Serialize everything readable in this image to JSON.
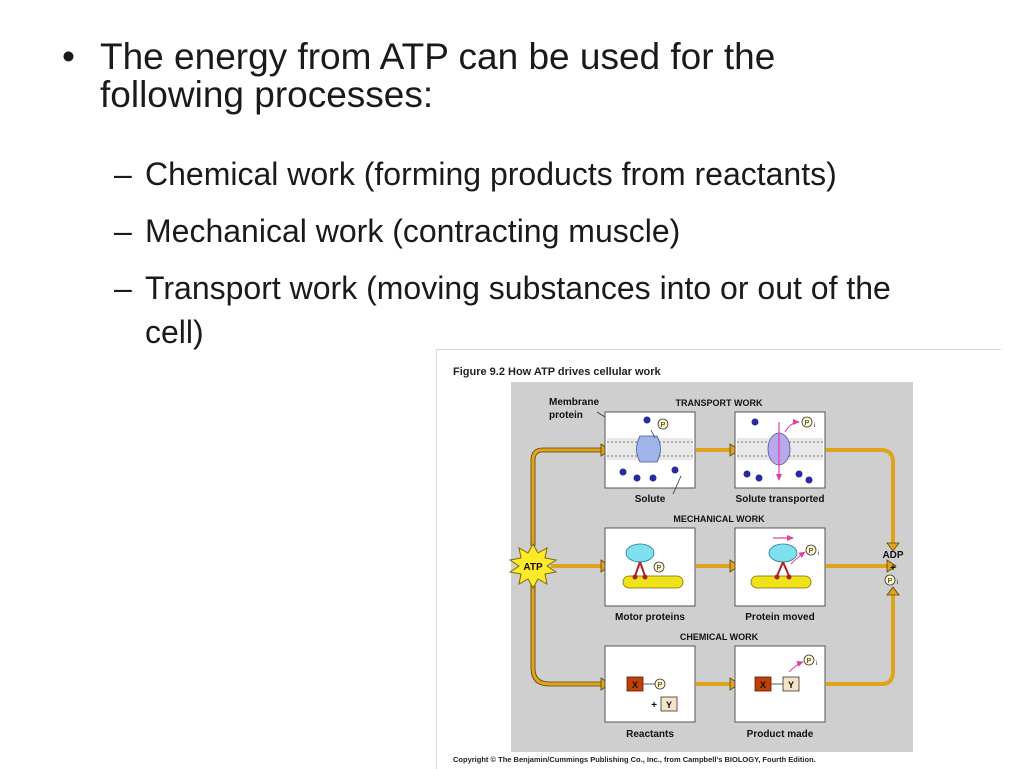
{
  "slide": {
    "bullet": "The energy from ATP can be used for the following processes:",
    "subs": [
      "Chemical work (forming products from reactants)",
      "Mechanical work (contracting muscle)",
      "Transport work (moving substances into or out of the cell)"
    ]
  },
  "figure": {
    "title": "Figure 9.2  How ATP drives cellular work",
    "copyright": "Copyright © The Benjamin/Cummings Publishing Co., Inc., from Campbell's BIOLOGY, Fourth Edition.",
    "atp": "ATP",
    "adp": "ADP",
    "plus": "+",
    "p": "P",
    "pi_sub": "i",
    "transport": {
      "heading": "TRANSPORT WORK",
      "membrane_line1": "Membrane",
      "membrane_line2": "protein",
      "left": "Solute",
      "right": "Solute transported"
    },
    "mechanical": {
      "heading": "MECHANICAL WORK",
      "left": "Motor proteins",
      "right": "Protein moved"
    },
    "chemical": {
      "heading": "CHEMICAL WORK",
      "x": "X",
      "y": "Y",
      "left": "Reactants",
      "right": "Product made"
    }
  }
}
